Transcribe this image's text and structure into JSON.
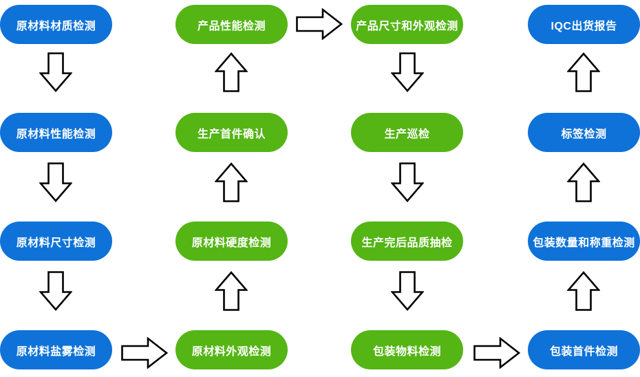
{
  "background_color": "#ffffff",
  "node_colors": {
    "blue": "#0e72d8",
    "green": "#54b514"
  },
  "node_text_color": "#ffffff",
  "arrow_style": {
    "fill": "#ffffff",
    "outline": "#000000"
  },
  "nodes": [
    {
      "label": "原材料材质检测",
      "color": "blue",
      "column": 1,
      "row": 1
    },
    {
      "label": "原材料性能检测",
      "color": "blue",
      "column": 1,
      "row": 2
    },
    {
      "label": "原材料尺寸检测",
      "color": "blue",
      "column": 1,
      "row": 3
    },
    {
      "label": "原材料盐雾检测",
      "color": "blue",
      "column": 1,
      "row": 4
    },
    {
      "label": "产品性能检测",
      "color": "green",
      "column": 2,
      "row": 1
    },
    {
      "label": "生产首件确认",
      "color": "green",
      "column": 2,
      "row": 2
    },
    {
      "label": "原材料硬度检测",
      "color": "green",
      "column": 2,
      "row": 3
    },
    {
      "label": "原材料外观检测",
      "color": "green",
      "column": 2,
      "row": 4
    },
    {
      "label": "产品尺寸和外观检测",
      "color": "green",
      "column": 3,
      "row": 1
    },
    {
      "label": "生产巡检",
      "color": "green",
      "column": 3,
      "row": 2
    },
    {
      "label": "生产完后品质抽检",
      "color": "green",
      "column": 3,
      "row": 3
    },
    {
      "label": "包装物料检测",
      "color": "green",
      "column": 3,
      "row": 4
    },
    {
      "label": "IQC出货报告",
      "color": "blue",
      "column": 4,
      "row": 1
    },
    {
      "label": "标签检测",
      "color": "blue",
      "column": 4,
      "row": 2
    },
    {
      "label": "包装数量和称重检测",
      "color": "blue",
      "column": 4,
      "row": 3
    },
    {
      "label": "包装首件检测",
      "color": "blue",
      "column": 4,
      "row": 4
    }
  ],
  "arrows": [
    {
      "direction": "down",
      "from": "原材料材质检测",
      "to": "原材料性能检测"
    },
    {
      "direction": "down",
      "from": "原材料性能检测",
      "to": "原材料尺寸检测"
    },
    {
      "direction": "down",
      "from": "原材料尺寸检测",
      "to": "原材料盐雾检测"
    },
    {
      "direction": "right",
      "from": "原材料盐雾检测",
      "to": "原材料外观检测"
    },
    {
      "direction": "up",
      "from": "原材料外观检测",
      "to": "原材料硬度检测"
    },
    {
      "direction": "up",
      "from": "原材料硬度检测",
      "to": "生产首件确认"
    },
    {
      "direction": "up",
      "from": "生产首件确认",
      "to": "产品性能检测"
    },
    {
      "direction": "right",
      "from": "产品性能检测",
      "to": "产品尺寸和外观检测"
    },
    {
      "direction": "down",
      "from": "产品尺寸和外观检测",
      "to": "生产巡检"
    },
    {
      "direction": "down",
      "from": "生产巡检",
      "to": "生产完后品质抽检"
    },
    {
      "direction": "down",
      "from": "生产完后品质抽检",
      "to": "包装物料检测"
    },
    {
      "direction": "right",
      "from": "包装物料检测",
      "to": "包装首件检测"
    },
    {
      "direction": "up",
      "from": "包装首件检测",
      "to": "包装数量和称重检测"
    },
    {
      "direction": "up",
      "from": "包装数量和称重检测",
      "to": "标签检测"
    },
    {
      "direction": "up",
      "from": "标签检测",
      "to": "IQC出货报告"
    }
  ]
}
